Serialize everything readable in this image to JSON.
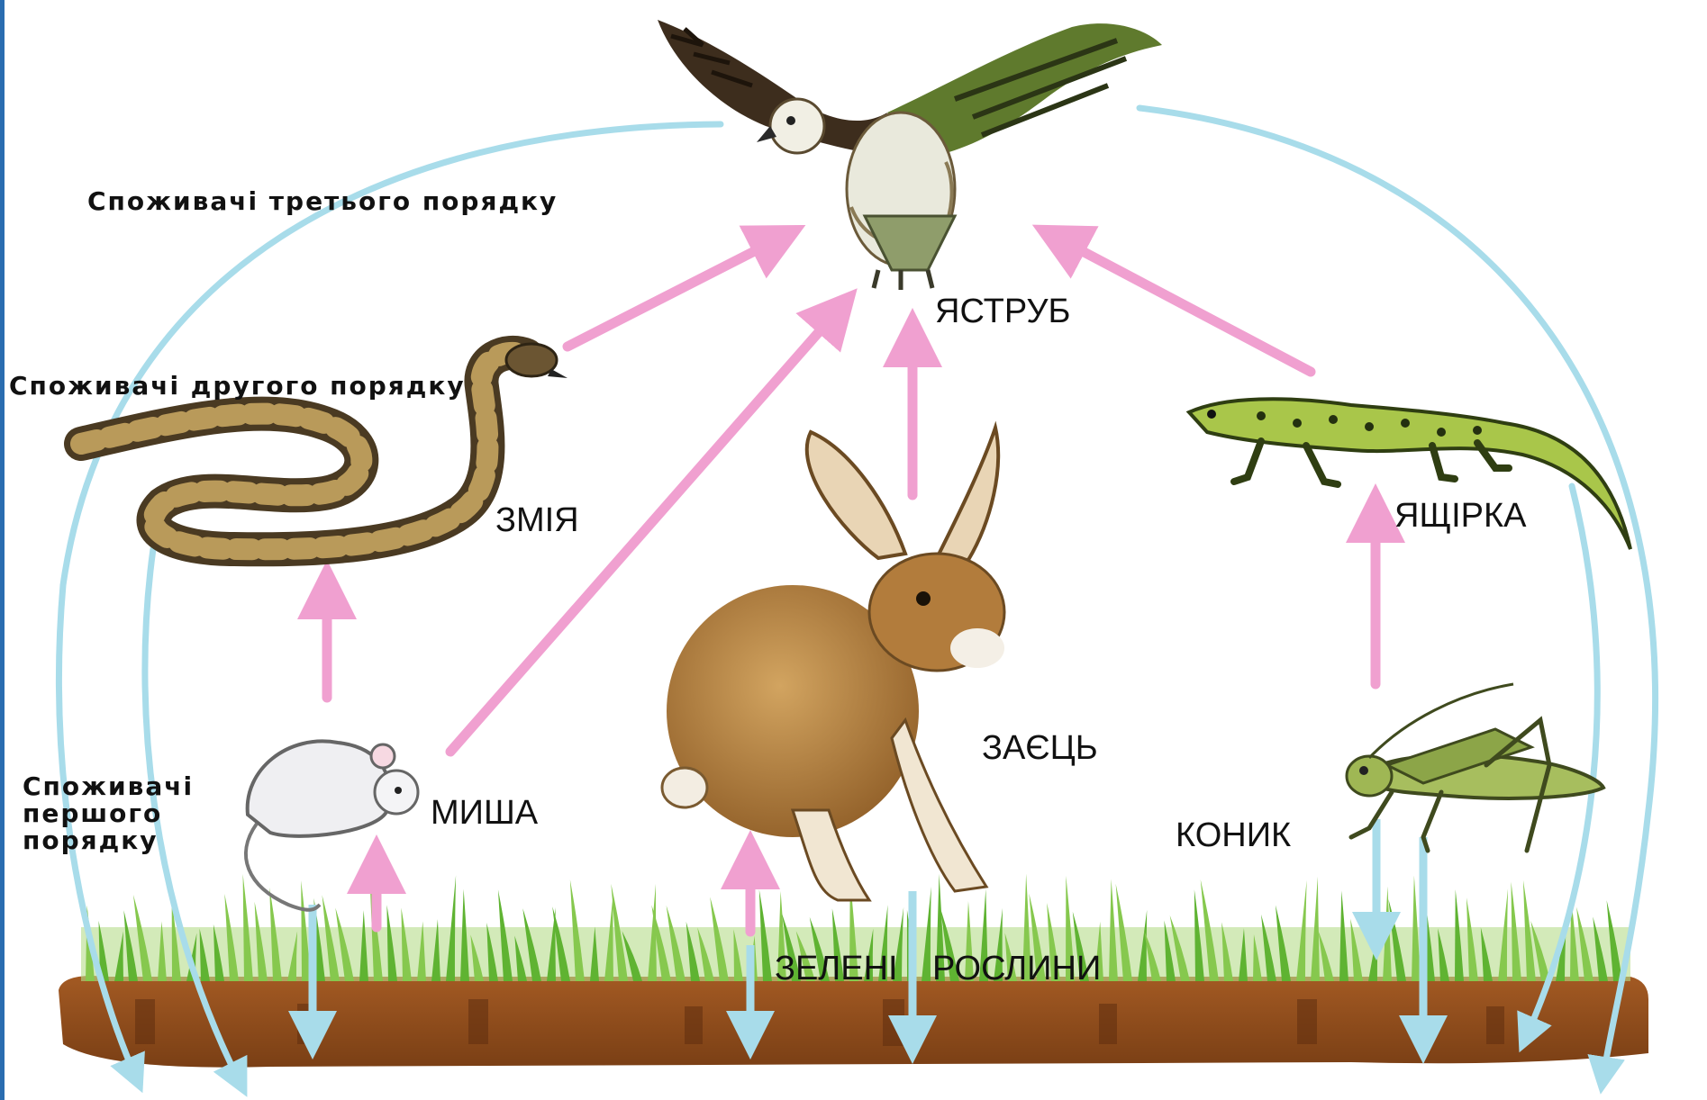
{
  "diagram": {
    "labels": {
      "consumers_third": "Споживачі третього порядку",
      "consumers_second": "Споживачі другого порядку",
      "consumers_first_1": "Споживачі",
      "consumers_first_2": "першого",
      "consumers_first_3": "порядку",
      "hawk": "ЯСТРУБ",
      "snake": "ЗМІЯ",
      "lizard": "ЯЩІРКА",
      "hare": "ЗАЄЦЬ",
      "mouse": "МИША",
      "grasshopper": "КОНИК",
      "plants_1": "ЗЕЛЕНІ",
      "plants_2": "РОСЛИНИ"
    },
    "colors": {
      "energy_arrow": "#f0a0d0",
      "return_arrow": "#a8dcea",
      "grass": "#7cc242",
      "soil": "#8a4a1c"
    }
  }
}
